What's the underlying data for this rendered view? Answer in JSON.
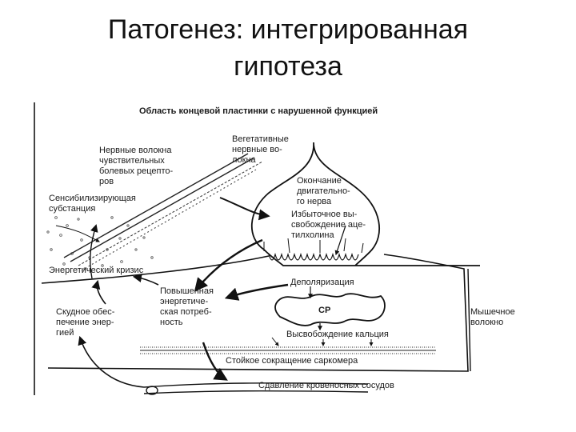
{
  "slide": {
    "title_line1": "Патогенез: интегрированная",
    "title_line2": "гипотеза"
  },
  "diagram": {
    "labels": {
      "endplate": "Область концевой пластинки с нарушенной функцией",
      "vegetative_1": "Вегетативные",
      "vegetative_2": "нервные во-",
      "vegetative_3": "локна",
      "sensory_1": "Нервные волокна",
      "sensory_2": "чувствительных",
      "sensory_3": "болевых рецепто-",
      "sensory_4": "ров",
      "sensitizing_1": "Сенсибилизирующая",
      "sensitizing_2": "субстанция",
      "motor_end_1": "Окончание",
      "motor_end_2": "двигательно-",
      "motor_end_3": "го нерва",
      "ach_1": "Избыточное вы-",
      "ach_2": "свобождение аце-",
      "ach_3": "тилхолина",
      "energy_crisis": "Энергетический кризис",
      "depolarization": "Деполяризация",
      "energy_demand_1": "Повышенная",
      "energy_demand_2": "энергетиче-",
      "energy_demand_3": "ская потреб-",
      "energy_demand_4": "ность",
      "sr": "СР",
      "supply_1": "Скудное обес-",
      "supply_2": "печение энер-",
      "supply_3": "гией",
      "muscle_1": "Мышечное",
      "muscle_2": "волокно",
      "calcium": "Высвобождение кальция",
      "contraction": "Стойкое сокращение саркомера",
      "vessels": "Сдавление кровеносных сосудов"
    }
  }
}
